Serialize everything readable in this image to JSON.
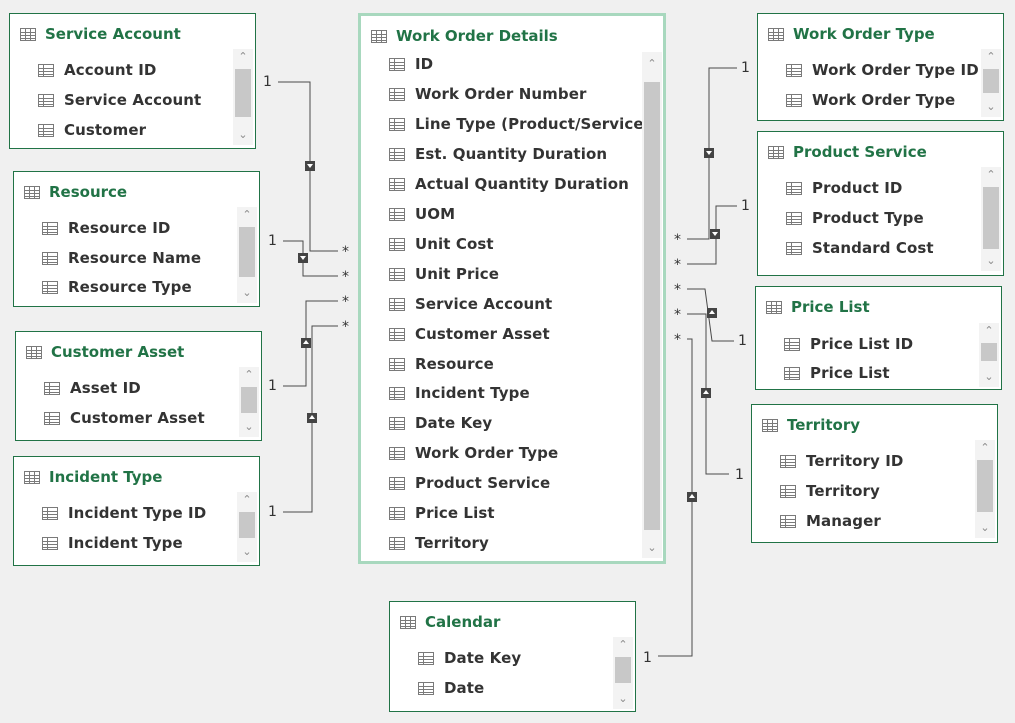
{
  "tables": {
    "service_account": {
      "title": "Service Account",
      "fields": [
        "Account ID",
        "Service Account",
        "Customer"
      ]
    },
    "resource": {
      "title": "Resource",
      "fields": [
        "Resource ID",
        "Resource Name",
        "Resource Type"
      ]
    },
    "customer_asset": {
      "title": "Customer Asset",
      "fields": [
        "Asset ID",
        "Customer Asset"
      ]
    },
    "incident_type": {
      "title": "Incident Type",
      "fields": [
        "Incident Type ID",
        "Incident Type"
      ]
    },
    "work_order_details": {
      "title": "Work Order Details",
      "fields": [
        "ID",
        "Work Order Number",
        "Line Type (Product/Service)",
        "Est. Quantity Duration",
        "Actual Quantity Duration",
        "UOM",
        "Unit Cost",
        "Unit Price",
        "Service Account",
        "Customer Asset",
        "Resource",
        "Incident Type",
        "Date Key",
        "Work Order Type",
        "Product Service",
        "Price List",
        "Territory"
      ]
    },
    "work_order_type": {
      "title": "Work Order Type",
      "fields": [
        "Work Order Type ID",
        "Work Order Type"
      ]
    },
    "product_service": {
      "title": "Product Service",
      "fields": [
        "Product ID",
        "Product Type",
        "Standard Cost"
      ]
    },
    "price_list": {
      "title": "Price List",
      "fields": [
        "Price List ID",
        "Price List"
      ]
    },
    "territory": {
      "title": "Territory",
      "fields": [
        "Territory ID",
        "Territory",
        "Manager"
      ]
    },
    "calendar": {
      "title": "Calendar",
      "fields": [
        "Date Key",
        "Date"
      ]
    }
  },
  "cardinality": {
    "one": "1",
    "many": "*"
  },
  "colors": {
    "title": "#217346",
    "border": "#217346",
    "main_border": "#a8d8be",
    "line": "#444444",
    "background": "#f0f0f0"
  }
}
